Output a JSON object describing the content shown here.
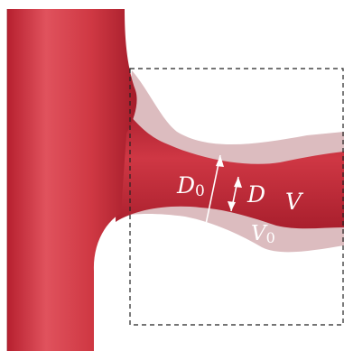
{
  "labels": {
    "d0_main": "D",
    "d0_sub": "0",
    "d_main": "D",
    "v_main": "V",
    "v0_main": "V",
    "v0_sub": "0"
  },
  "colors": {
    "vessel": "#c52a38",
    "vessel_dark": "#9e1e2b",
    "vessel_highlight": "#e25a63",
    "original_outline": "#d8b5b8",
    "dashed_box": "#222222",
    "label": "#ffffff"
  }
}
